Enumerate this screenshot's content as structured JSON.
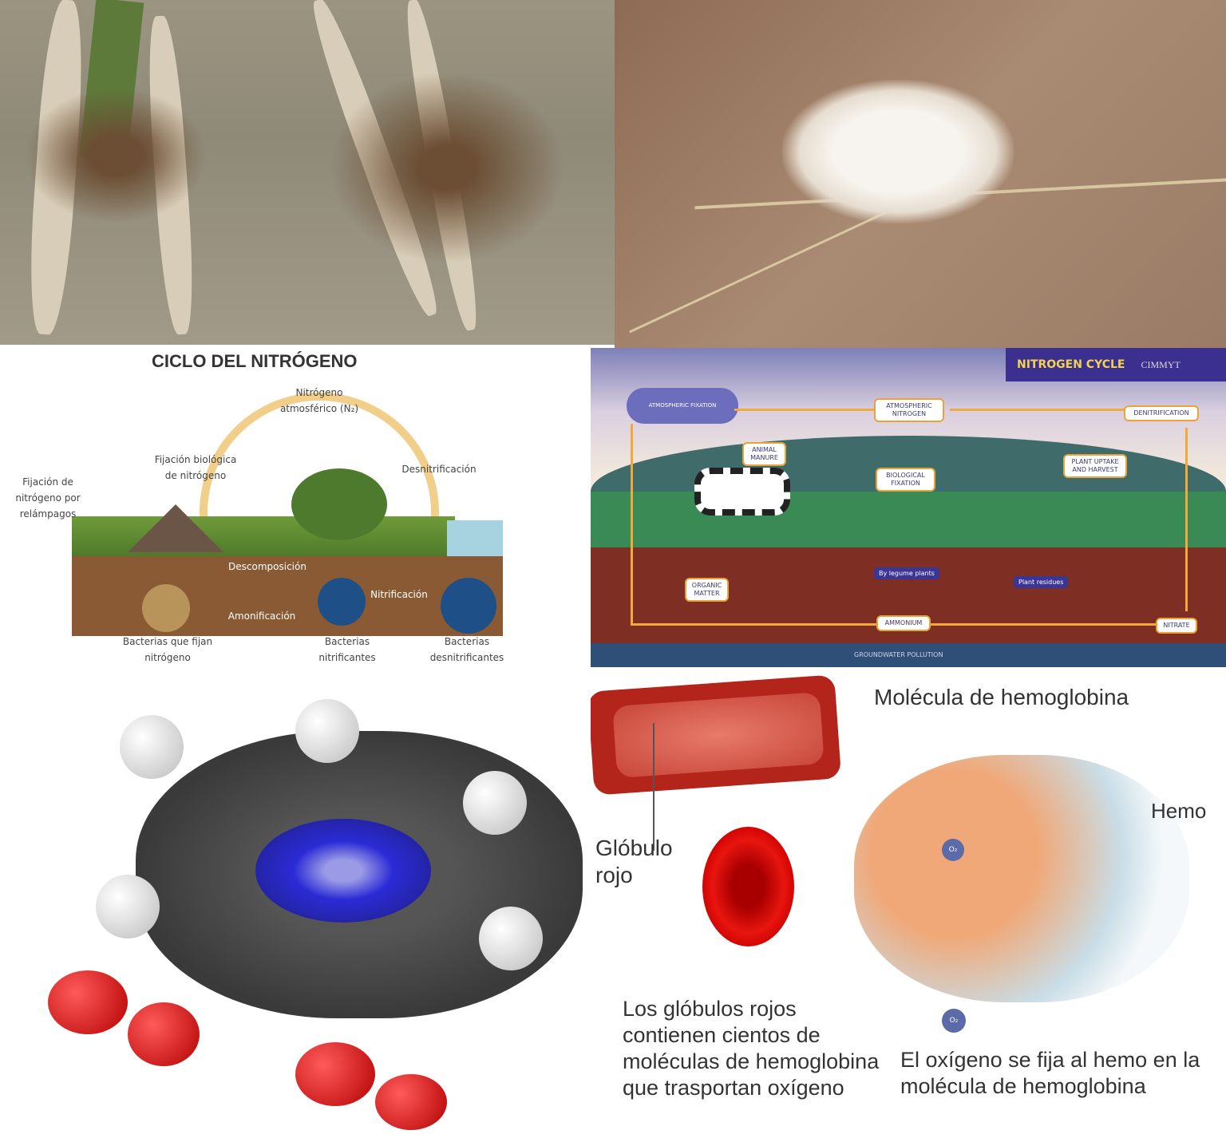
{
  "panels": {
    "ciclo": {
      "title": "CICLO DEL NITRÓGENO",
      "labels": {
        "n2": "Nitrógeno atmosférico (N₂)",
        "fijacion_bio": "Fijación biológica de nitrógeno",
        "fijacion_rayo": "Fijación de nitrógeno por relámpagos",
        "desnitrificacion": "Desnitrificación",
        "descomposicion": "Descomposición",
        "nitrificacion": "Nitrificación",
        "amonificacion": "Amonificación",
        "bact_fijan": "Bacterias que fijan nitrógeno",
        "bact_nitrif": "Bacterias nitrificantes",
        "bact_desnitrif": "Bacterias desnitrificantes"
      }
    },
    "nitrogen_cycle": {
      "title": "NITROGEN CYCLE",
      "brand": "CIMMYT",
      "boxes": {
        "atm_fixation": "ATMOSPHERIC FIXATION",
        "atm_nitrogen": "ATMOSPHERIC NITROGEN",
        "denitrification": "DENITRIFICATION",
        "animal_manure": "ANIMAL MANURE",
        "bio_fixation": "BIOLOGICAL FIXATION",
        "plant_uptake": "PLANT UPTAKE AND HARVEST",
        "organic_matter": "ORGANIC MATTER",
        "ammonium": "AMMONIUM",
        "nitrate": "NITRATE",
        "legume": "By legume plants",
        "residues": "Plant residues",
        "groundwater": "GROUNDWATER POLLUTION"
      }
    },
    "hemoglobina": {
      "title": "Molécula de hemoglobina",
      "globulo": "Glóbulo rojo",
      "hemo": "Hemo",
      "o2": "O₂",
      "caption_left": "Los glóbulos rojos contienen cientos de moléculas de hemoglobina que trasportan oxígeno",
      "caption_right": "El oxígeno se fija al hemo en la molécula de hemoglobina"
    }
  }
}
